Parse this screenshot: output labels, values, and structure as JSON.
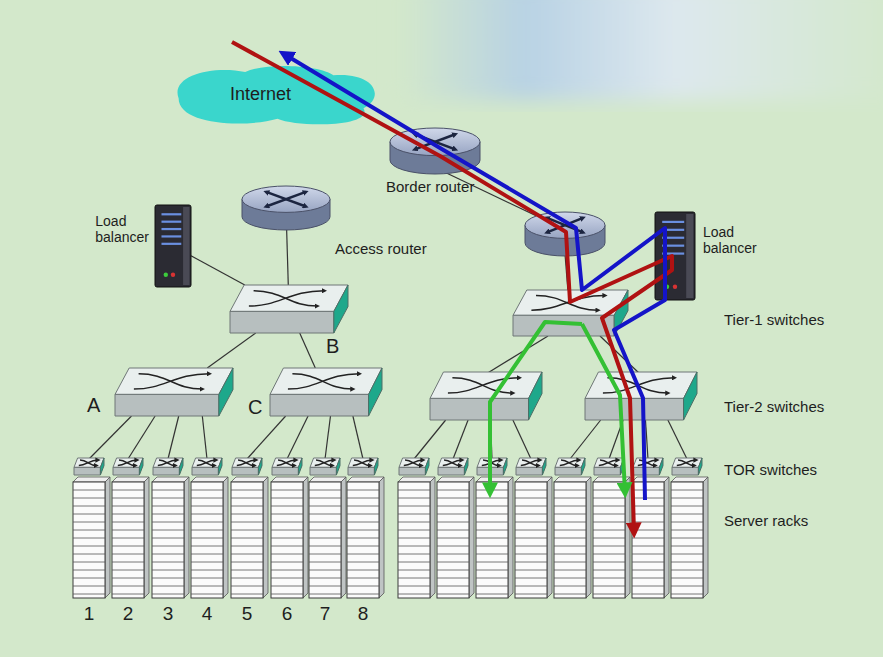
{
  "diagram": {
    "nodes": [
      {
        "text": [
          "Internet"
        ]
      },
      {
        "text": [
          "Border router"
        ]
      },
      {
        "text": [
          "Access router"
        ]
      },
      {
        "text": [
          "Load balancer"
        ]
      },
      {
        "text": [
          "B"
        ]
      },
      {
        "text": [
          "A"
        ]
      },
      {
        "text": [
          "C"
        ]
      },
      {
        "text": [
          "Load balancer"
        ]
      }
    ],
    "edges": [
      {
        "from": 2,
        "to": 4,
        "arrow": "none"
      },
      {
        "from": 3,
        "to": 4,
        "arrow": "none"
      },
      {
        "from": 4,
        "to": 5,
        "arrow": "none"
      },
      {
        "from": 4,
        "to": 6,
        "arrow": "none"
      }
    ],
    "labels": [
      "Tier-1 switches",
      "Tier-2 switches",
      "TOR switches",
      "Server racks",
      "1",
      "2",
      "3",
      "4",
      "5",
      "6",
      "7",
      "8"
    ]
  }
}
